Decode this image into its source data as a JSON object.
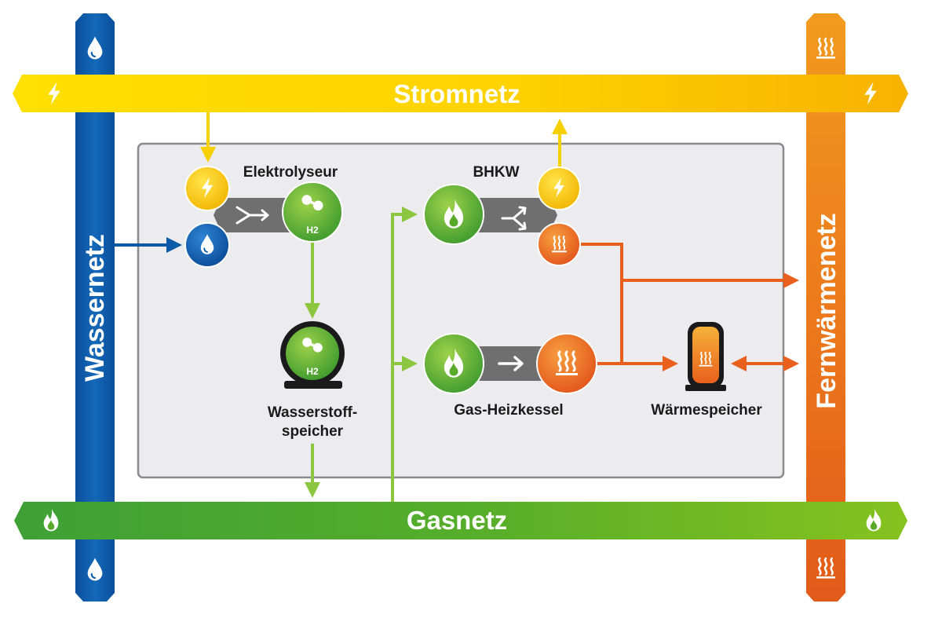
{
  "networks": {
    "power": {
      "label": "Stromnetz",
      "icon": "lightning-icon"
    },
    "gas": {
      "label": "Gasnetz",
      "icon": "flame-icon"
    },
    "water": {
      "label": "Wassernetz",
      "icon": "water-drop-icon"
    },
    "heat": {
      "label": "Fernwärmenetz",
      "icon": "heat-waves-icon"
    }
  },
  "components": {
    "electrolyzer": {
      "label": "Elektrolyseur"
    },
    "chp": {
      "label": "BHKW"
    },
    "hydrogen_storage": {
      "label_line1": "Wasserstoff-",
      "label_line2": "speicher",
      "badge": "H2"
    },
    "gas_boiler": {
      "label": "Gas-Heizkessel"
    },
    "heat_storage": {
      "label": "Wärmespeicher"
    },
    "hydrogen_node": {
      "badge": "H2"
    }
  },
  "colors": {
    "power": "#f7c600",
    "gas": "#5aaa2a",
    "water": "#0a5aa8",
    "heat": "#e8601c",
    "connector": "#6f6f6f",
    "panel": "#ececee"
  }
}
